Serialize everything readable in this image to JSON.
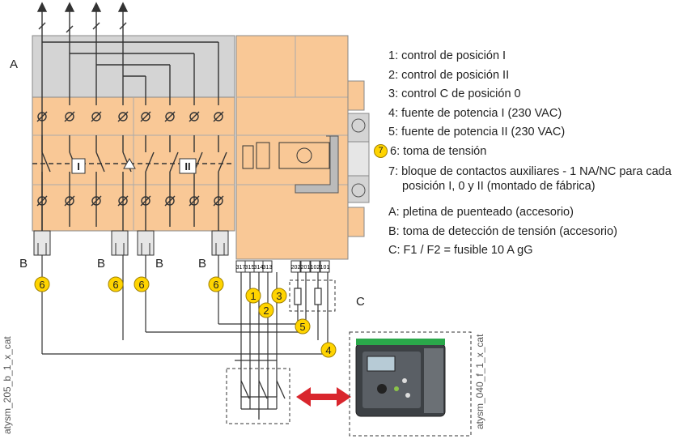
{
  "legend": {
    "item1": "1: control de posición I",
    "item2": "2: control de posición II",
    "item3": "3: control C de posición 0",
    "item4": "4: fuente de potencia I (230 VAC)",
    "item5": "5: fuente de potencia II (230 VAC)",
    "item6": "6: toma de tensión",
    "item7": "7: bloque de contactos auxiliares - 1 NA/NC para cada posición I, 0 y II (montado de fábrica)",
    "itemA": "A: pletina de puenteado (accesorio)",
    "itemB": "B: toma de detección de tensión (accesorio)",
    "itemC": "C: F1 / F2 = fusible 10 A gG",
    "marker7": "7"
  },
  "labels": {
    "A": "A",
    "B": "B",
    "C": "C",
    "pos_I": "I",
    "pos_II": "II",
    "six": "6",
    "one": "1",
    "two": "2",
    "three": "3",
    "four": "4",
    "five": "5"
  },
  "terminals": [
    "317",
    "315",
    "314",
    "313",
    "202",
    "201",
    "102",
    "101"
  ],
  "captions": {
    "left": "atysm_205_b_1_x_cat",
    "right": "atysm_040_f_1_x_cat"
  },
  "colors": {
    "orange": "#f9c896",
    "gray": "#d4d4d4",
    "yellow": "#ffd400",
    "arrow": "#d9262d",
    "line": "#333333"
  }
}
